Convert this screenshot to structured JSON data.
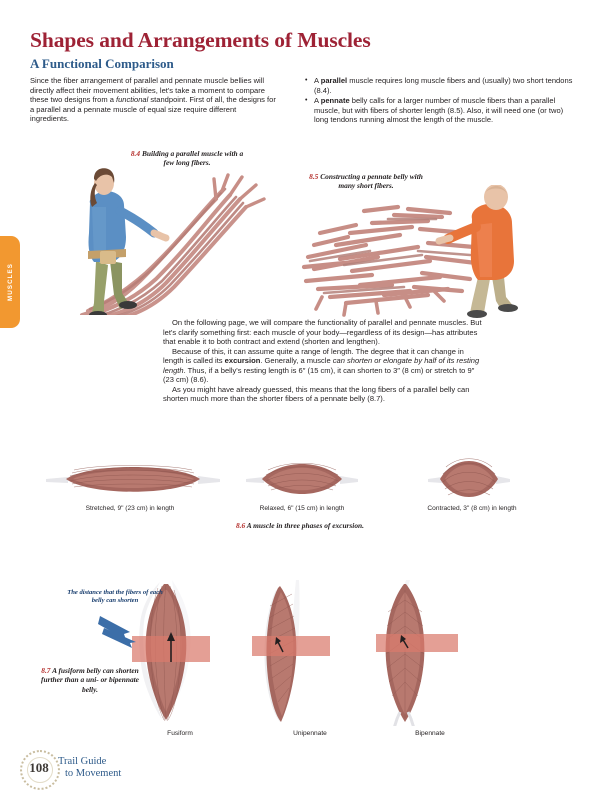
{
  "page": {
    "title": "Shapes and Arrangements of Muscles",
    "subtitle": "A Functional Comparison",
    "side_tab_label": "MUSCLES",
    "title_color": "#9e2235",
    "subtitle_color": "#2e5b8a",
    "side_tab_color": "#f29830",
    "caption_number_color": "#b5322f"
  },
  "intro": {
    "paragraph": "Since the fiber arrangement of parallel and pennate muscle bellies will directly affect their movement abilities, let's take a moment to compare these two designs from a functional standpoint. First of all, the designs for a parallel and a pennate muscle of equal size require different ingredients."
  },
  "bullets": [
    "A parallel muscle requires long muscle fibers and (usually) two short tendons (8.4).",
    "A pennate belly calls for a larger number of muscle fibers than a parallel muscle, but with fibers of shorter length (8.5). Also, it will need one (or two) long tendons running almost the length of the muscle."
  ],
  "body": {
    "p1": "On the following page, we will compare the functionality of parallel and pennate muscles. But let's clarify something first: each muscle of your body—regardless of its design—has attributes that enable it to both contract and extend (shorten and lengthen).",
    "p2": "Because of this, it can assume quite a range of length. The degree that it can change in length is called its excursion. Generally, a muscle can shorten or elongate by half of its resting length. Thus, if a belly's resting length is 6\" (15 cm), it can shorten to 3\" (8 cm) or stretch to 9\" (23 cm) (8.6).",
    "p3": "As you might have already guessed, this means that the long fibers of a parallel belly can shorten much more than the shorter fibers of a pennate belly (8.7)."
  },
  "figures": {
    "fig84": {
      "number": "8.4",
      "caption": "Building a parallel muscle with a few long fibers."
    },
    "fig85": {
      "number": "8.5",
      "caption": "Constructing a pennate belly with many short fibers."
    },
    "fig86": {
      "number": "8.6",
      "caption": "A muscle in three phases of excursion."
    },
    "fig87": {
      "number": "8.7",
      "caption": "A fusiform belly can shorten further than a uni- or bipennate belly."
    }
  },
  "excursion_labels": [
    "Stretched, 9\" (23 cm) in length",
    "Relaxed, 6\" (15 cm) in length",
    "Contracted, 3\" (8 cm) in length"
  ],
  "annotation": {
    "text": "The distance that the fibers of each belly can shorten"
  },
  "pennate_labels": [
    "Fusiform",
    "Unipennate",
    "Bipennate"
  ],
  "footer": {
    "page_number": "108",
    "book_line1": "Trail Guide",
    "book_line2": "to Movement"
  }
}
